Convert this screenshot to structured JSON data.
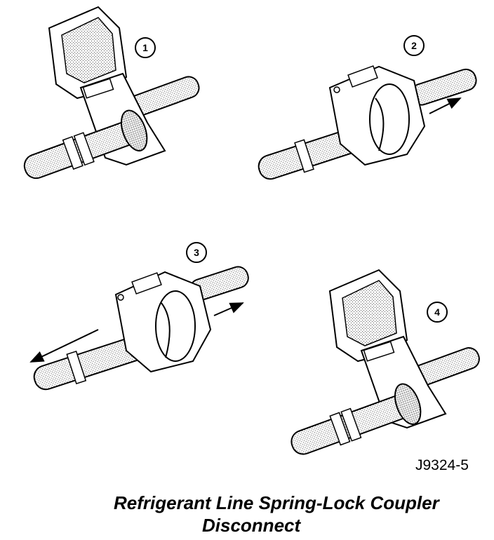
{
  "caption": {
    "line1": "Refrigerant Line Spring-Lock Coupler",
    "line2": "Disconnect"
  },
  "figure_code": "J9324-5",
  "steps": [
    {
      "number": "1",
      "tool_state": "open-on-line"
    },
    {
      "number": "2",
      "tool_state": "closed-pushed-into-coupler"
    },
    {
      "number": "3",
      "tool_state": "closed-lines-pulled-apart"
    },
    {
      "number": "4",
      "tool_state": "open-removed"
    }
  ],
  "colors": {
    "ink": "#000000",
    "paper": "#ffffff",
    "shading": "#bdbdbd"
  }
}
